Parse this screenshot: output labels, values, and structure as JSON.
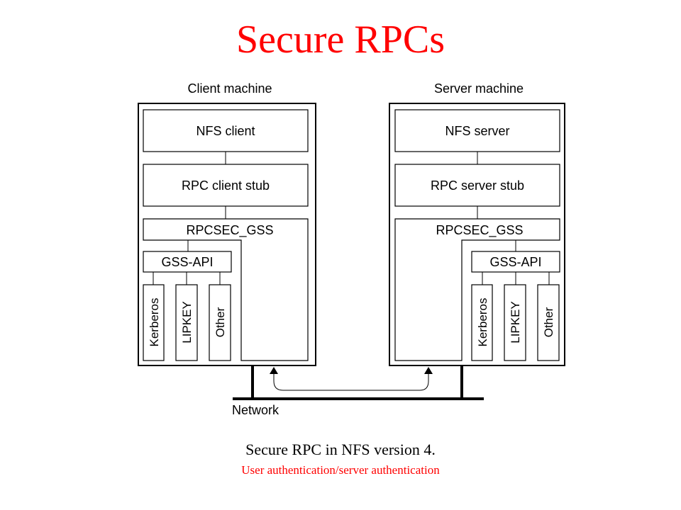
{
  "title": "Secure RPCs",
  "title_color": "#ff0000",
  "diagram": {
    "client": {
      "heading": "Client machine",
      "nfs": "NFS client",
      "stub": "RPC client stub",
      "rpcsec": "RPCSEC_GSS",
      "gssapi": "GSS-API",
      "mechanisms": [
        "Kerberos",
        "LIPKEY",
        "Other"
      ]
    },
    "server": {
      "heading": "Server machine",
      "nfs": "NFS server",
      "stub": "RPC server stub",
      "rpcsec": "RPCSEC_GSS",
      "gssapi": "GSS-API",
      "mechanisms": [
        "Kerberos",
        "LIPKEY",
        "Other"
      ]
    },
    "network_label": "Network"
  },
  "caption": {
    "main": "Secure RPC in NFS version 4.",
    "sub": "User authentication/server authentication"
  }
}
